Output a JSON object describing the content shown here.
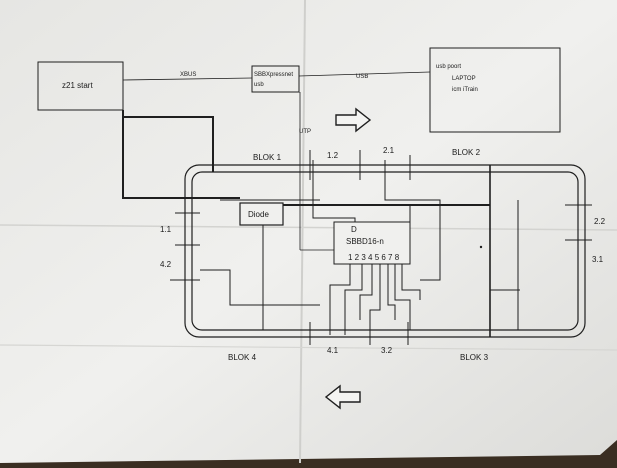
{
  "boxes": {
    "z21": "z21 start",
    "sbbx_line1": "SBBXpressnet",
    "sbbx_line2": "usb",
    "laptop_line1": "usb poort",
    "laptop_line2": "LAPTOP",
    "laptop_line3": "icm iTrain",
    "diode": "Diode",
    "sbbd_top": "D",
    "sbbd_name": "SBBD16-n",
    "sbbd_ports": "1 2 3 4 5 6 7 8"
  },
  "links": {
    "xbus": "XBUS",
    "usb": "USB",
    "utp": "UTP"
  },
  "blocks": {
    "blok1": "BLOK 1",
    "blok2": "BLOK 2",
    "blok3": "BLOK 3",
    "blok4": "BLOK 4"
  },
  "sections": {
    "s12": "1.2",
    "s21": "2.1",
    "s11": "1.1",
    "s42": "4.2",
    "s22": "2.2",
    "s31": "3.1",
    "s41": "4.1",
    "s32": "3.2"
  },
  "colors": {
    "paper": "#ebebe8",
    "ink": "#1f1f1f",
    "background": "#3a2e22"
  }
}
